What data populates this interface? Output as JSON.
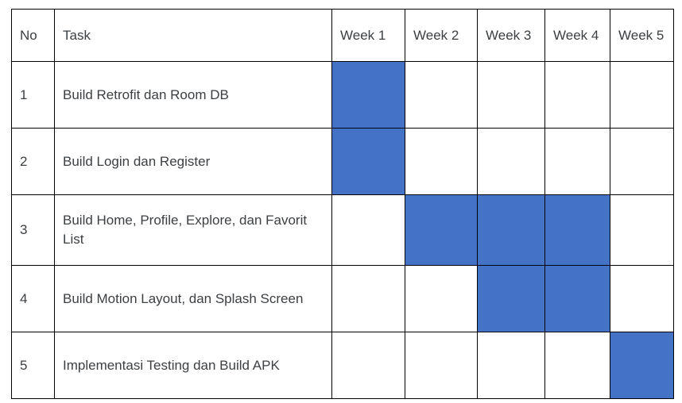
{
  "headers": [
    "No",
    "Task",
    "Week 1",
    "Week 2",
    "Week 3",
    "Week 4",
    "Week 5"
  ],
  "rows": [
    {
      "no": "1",
      "task": "Build Retrofit dan Room DB",
      "weeks": [
        true,
        false,
        false,
        false,
        false
      ]
    },
    {
      "no": "2",
      "task": "Build Login dan Register",
      "weeks": [
        true,
        false,
        false,
        false,
        false
      ]
    },
    {
      "no": "3",
      "task": "Build Home, Profile, Explore, dan Favorit List",
      "weeks": [
        false,
        true,
        true,
        true,
        false
      ]
    },
    {
      "no": "4",
      "task": "Build Motion Layout, dan Splash Screen",
      "weeks": [
        false,
        false,
        true,
        true,
        false
      ]
    },
    {
      "no": "5",
      "task": "Implementasi Testing dan Build APK",
      "weeks": [
        false,
        false,
        false,
        false,
        true
      ]
    }
  ],
  "colors": {
    "filled": "#4472c4",
    "text": "#3c4043",
    "border": "#000000"
  }
}
